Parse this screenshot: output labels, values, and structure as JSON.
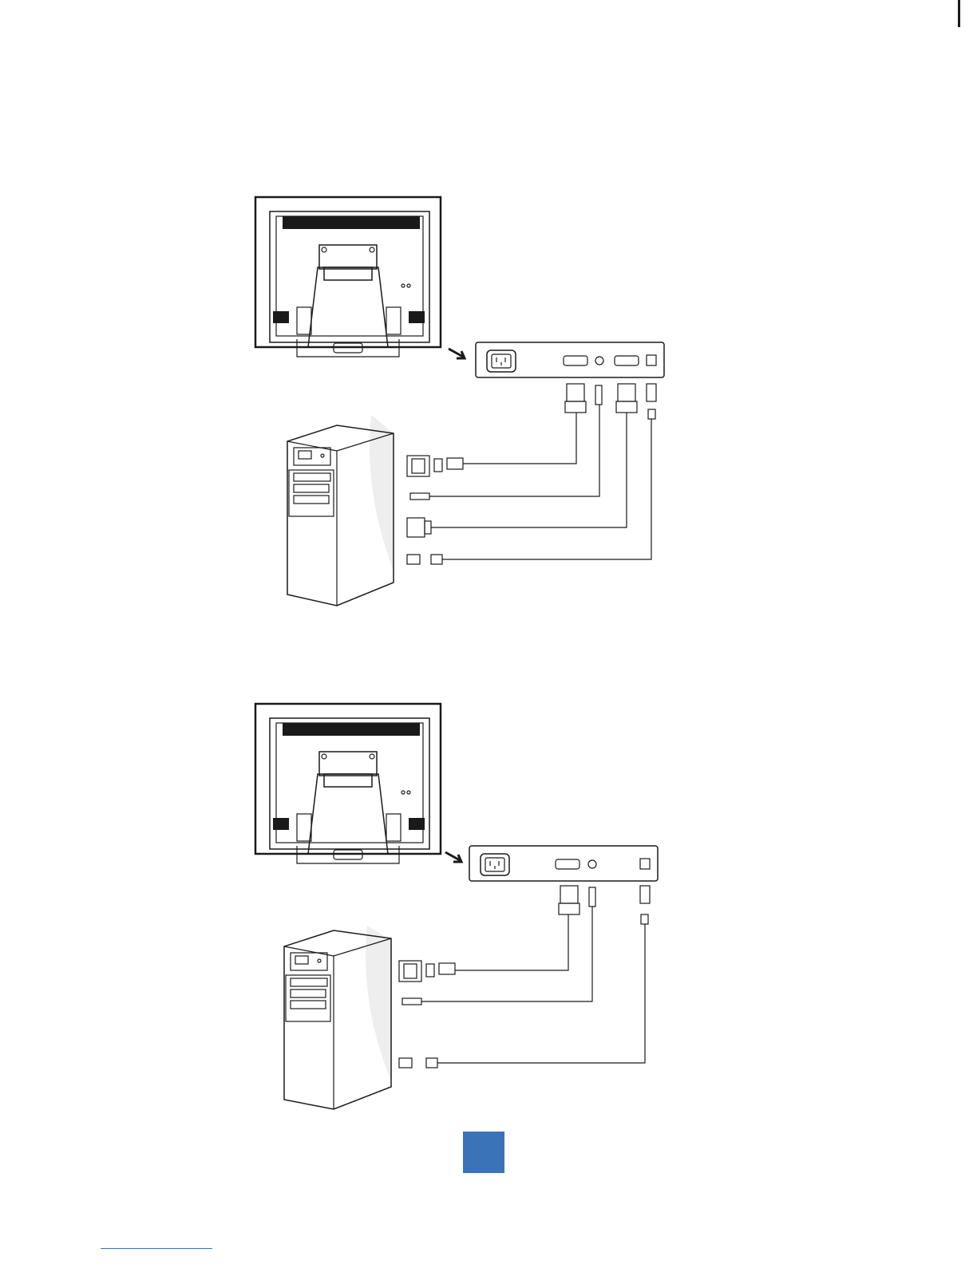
{
  "page": {
    "number": "",
    "footer_link": ""
  },
  "colors": {
    "accent": "#3b73b9",
    "line": "#1a1a1a",
    "shadow": "#eeeeee"
  },
  "figures": [
    {
      "id": "connection-diagram-1",
      "panel_ports": [
        "power-inlet",
        "vga-port",
        "audio-jack",
        "serial-port",
        "usb-port"
      ],
      "pc_cables": [
        "vga-cable",
        "audio-cable",
        "serial-cable",
        "usb-cable"
      ]
    },
    {
      "id": "connection-diagram-2",
      "panel_ports": [
        "power-inlet",
        "vga-port",
        "audio-jack",
        "usb-port"
      ],
      "pc_cables": [
        "vga-cable",
        "audio-cable",
        "usb-cable"
      ]
    }
  ]
}
